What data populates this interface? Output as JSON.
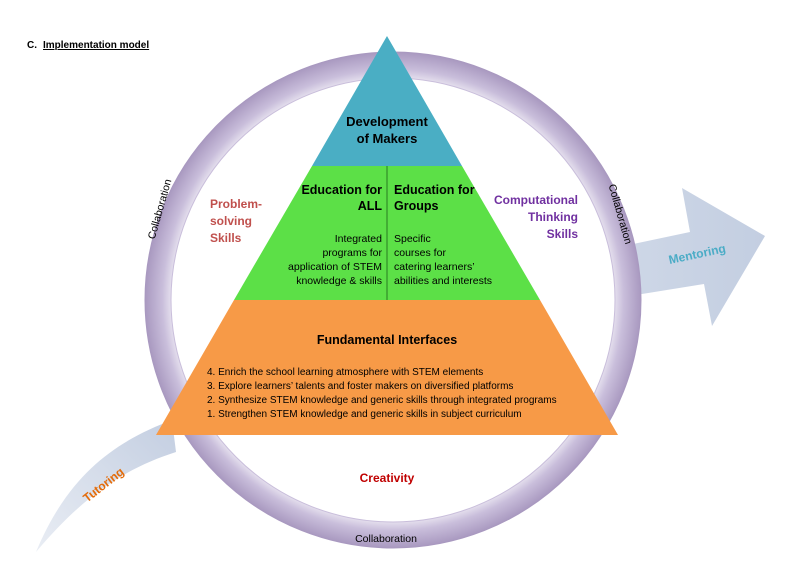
{
  "heading": {
    "letter": "C.",
    "title": "Implementation model"
  },
  "ring": {
    "left_label": "Collaboration",
    "right_label": "Collaboration",
    "bottom_label": "Collaboration"
  },
  "arrows": {
    "mentoring": "Mentoring",
    "tutoring": "Tutoring"
  },
  "pyramid": {
    "top": {
      "line1": "Development",
      "line2": "of Makers"
    },
    "middle_left": {
      "title_line1": "Education for",
      "title_line2": "ALL",
      "desc": [
        "Integrated",
        "programs for",
        "application of STEM",
        "knowledge & skills"
      ]
    },
    "middle_right": {
      "title_line1": "Education for",
      "title_line2": "Groups",
      "desc": [
        "Specific",
        "courses for",
        "catering learners’",
        "abilities and interests"
      ]
    },
    "base": {
      "title": "Fundamental Interfaces",
      "items": [
        "4.  Enrich the school learning atmosphere with STEM elements",
        "3.  Explore learners’ talents and foster makers on diversified platforms",
        "2.  Synthesize STEM knowledge and generic skills through integrated programs",
        "1.  Strengthen STEM knowledge and generic skills in subject curriculum"
      ]
    }
  },
  "skills": {
    "problem_solving": [
      "Problem-",
      "solving",
      "Skills"
    ],
    "computational": [
      "Computational",
      "Thinking",
      "Skills"
    ],
    "creativity": "Creativity"
  },
  "colors": {
    "ring": "#b7a9cc",
    "top": "#4aaec4",
    "middle": "#5ce047",
    "base": "#f79a47",
    "arrow": "#c9d3e3",
    "problem_solving": "#c0504d",
    "computational": "#7030a0",
    "creativity": "#c00000",
    "mentoring": "#4bacc6",
    "tutoring": "#e46c0a"
  }
}
